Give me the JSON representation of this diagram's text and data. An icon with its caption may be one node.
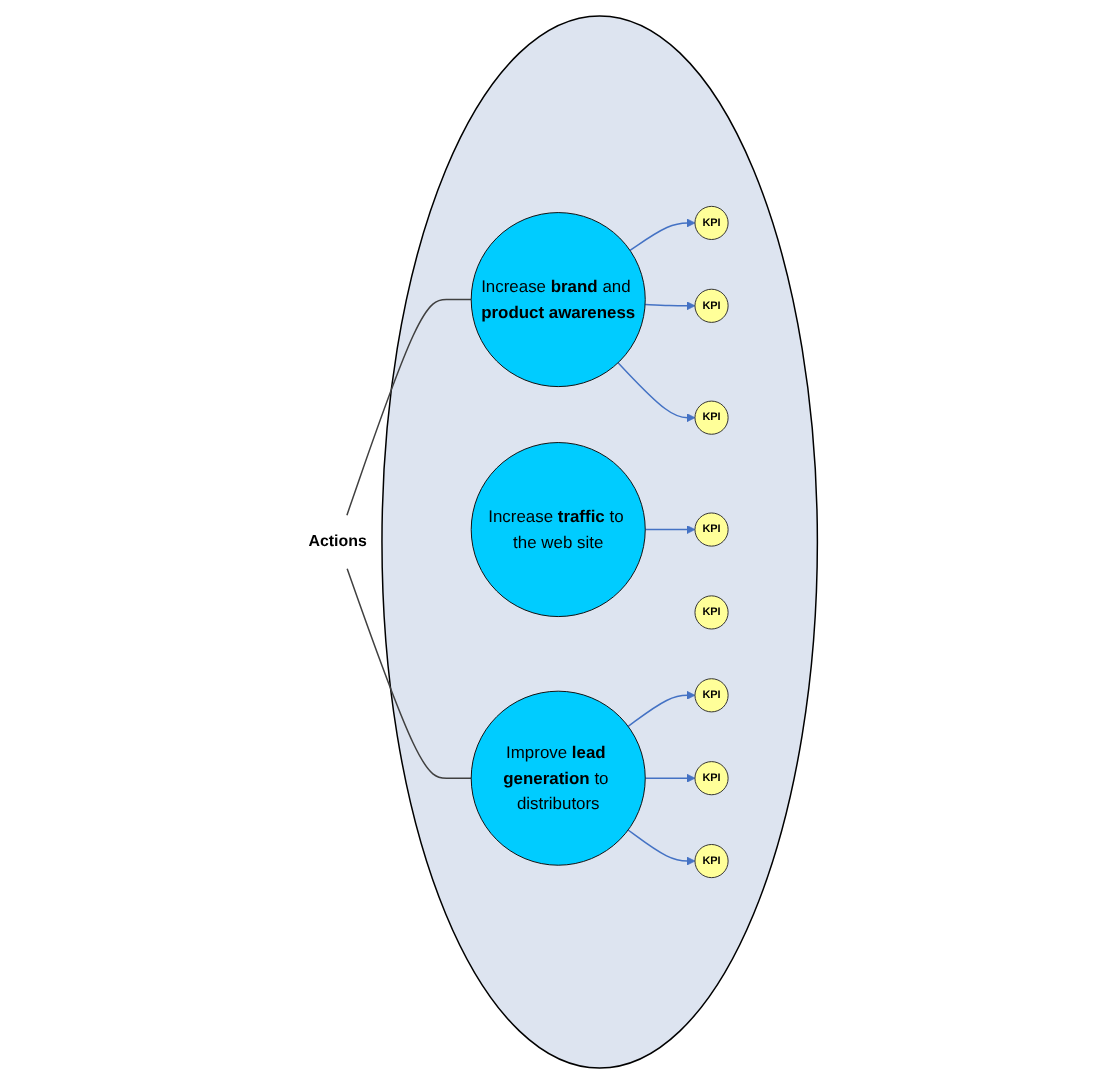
{
  "diagram": {
    "nodes": [
      {
        "text": [],
        "shape": "circle"
      },
      {
        "text": [
          "Increase **brand** and **product awareness**"
        ],
        "in": 0
      },
      {
        "text": [
          "KPI"
        ],
        "in": 0
      },
      {
        "text": [
          "KPI"
        ],
        "in": 0
      },
      {
        "text": [
          "KPI"
        ],
        "in": 0
      },
      {
        "text": [
          "Increase **traffic** to the web site"
        ],
        "in": 0
      },
      {
        "text": [
          "KPI"
        ],
        "in": 0
      },
      {
        "text": [
          "KPI"
        ],
        "in": 0
      },
      {
        "text": [
          "Improve **lead generation** to distributors"
        ],
        "in": 0
      },
      {
        "text": [
          "KPI"
        ],
        "in": 0
      },
      {
        "text": [
          "KPI"
        ],
        "in": 0
      },
      {
        "text": [
          "KPI"
        ],
        "in": 0
      },
      {
        "text": [
          "Actions"
        ]
      }
    ],
    "edges": [
      {
        "from": 1,
        "to": 2,
        "arrow": "to"
      },
      {
        "from": 1,
        "to": 3,
        "arrow": "to"
      },
      {
        "from": 1,
        "to": 4,
        "arrow": "to"
      },
      {
        "from": 5,
        "to": 6,
        "arrow": "to"
      },
      {
        "from": 8,
        "to": 9,
        "arrow": "to"
      },
      {
        "from": 8,
        "to": 10,
        "arrow": "to"
      },
      {
        "from": 8,
        "to": 11,
        "arrow": "to"
      },
      {
        "from": 12,
        "to": 1,
        "arrow": "none",
        "color": "#404040"
      },
      {
        "from": 12,
        "to": 8,
        "arrow": "none",
        "color": "#404040"
      }
    ]
  }
}
